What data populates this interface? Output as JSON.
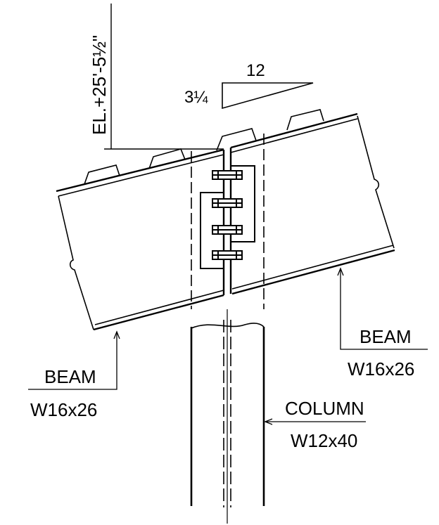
{
  "elevation_label": "EL.+25'-5½\"",
  "slope": {
    "rise": "3¼",
    "run": "12"
  },
  "beam_left": {
    "label": "BEAM",
    "size": "W16x26"
  },
  "beam_right": {
    "label": "BEAM",
    "size": "W16x26"
  },
  "column": {
    "label": "COLUMN",
    "size": "W12x40"
  },
  "colors": {
    "line": "#000000",
    "background": "#ffffff"
  }
}
